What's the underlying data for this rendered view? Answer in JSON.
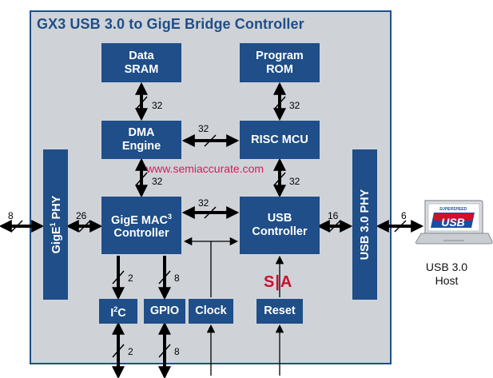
{
  "title": "GX3 USB 3.0 to GigE Bridge Controller",
  "blocks": {
    "data_sram": "Data\nSRAM",
    "program_rom": "Program\nROM",
    "dma_engine": "DMA\nEngine",
    "risc_mcu": "RISC MCU",
    "gige_mac_line1": "GigE MAC",
    "gige_mac_sup": "3",
    "gige_mac_line2": "Controller",
    "usb_controller": "USB\nController",
    "gige_phy_pre": "GigE",
    "gige_phy_sup": "1",
    "gige_phy_post": " PHY",
    "usb_phy": "USB 3.0 PHY",
    "i2c_pre": "I",
    "i2c_sup": "2",
    "i2c_post": "C",
    "gpio": "GPIO",
    "clock": "Clock",
    "reset": "Reset"
  },
  "bus_widths": {
    "sram_dma": "32",
    "rom_risc": "32",
    "dma_risc": "32",
    "dma_mac": "32",
    "risc_usb": "32",
    "mac_usb": "32",
    "phy_mac": "26",
    "usbctrl_usbphy": "16",
    "ext_gige": "8",
    "ext_usb": "6",
    "mac_i2c": "2",
    "mac_gpio": "8",
    "i2c_ext": "2",
    "gpio_ext": "8"
  },
  "watermark": "www.semiaccurate.com",
  "sa_logo": "S|A",
  "host_label": "USB 3.0\nHost",
  "usb_logo": {
    "top": "SUPERSPEED",
    "main": "USB"
  },
  "colors": {
    "block": "#1f4e89",
    "frame_fill": "#cfd3d8",
    "frame_border": "#1f4e89",
    "watermark": "#e0185a",
    "sa_logo": "#c8102e",
    "usb_logo_red": "#d0112b"
  }
}
